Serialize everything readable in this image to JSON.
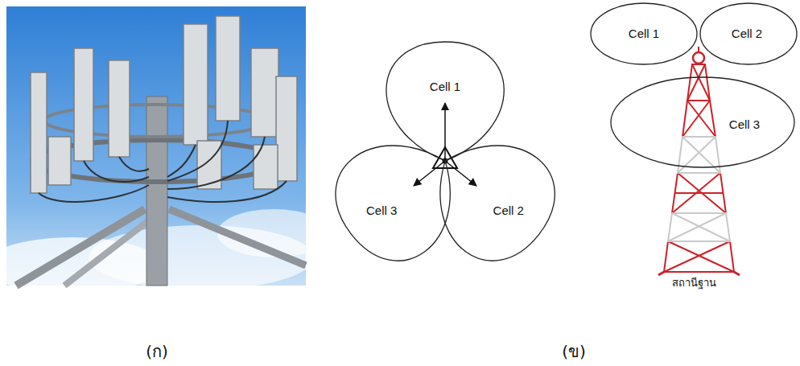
{
  "diagram": {
    "nodes": [
      {
        "text": [
          "Cell 1"
        ]
      },
      {
        "text": [
          "Cell 2"
        ]
      },
      {
        "text": [
          "Cell 3"
        ]
      },
      {
        "text": [
          "Cell 1"
        ]
      },
      {
        "text": [
          "Cell 2"
        ]
      },
      {
        "text": [
          "Cell 3"
        ]
      }
    ],
    "labels": [
      "(ก)",
      "(ข)",
      "สถานีฐาน"
    ]
  }
}
